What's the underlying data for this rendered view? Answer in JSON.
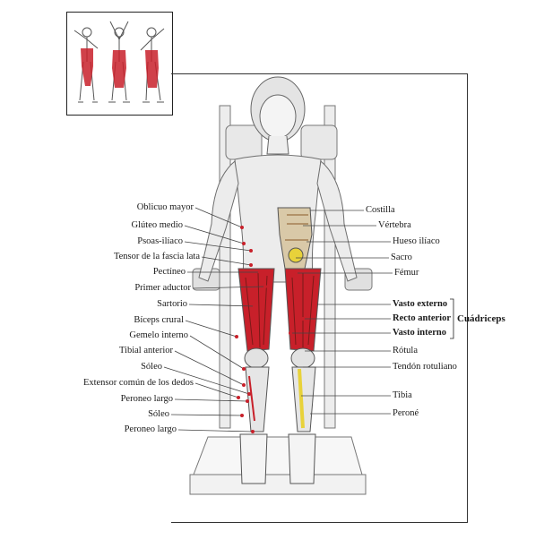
{
  "labels_left": [
    "Oblicuo mayor",
    "Glúteo medio",
    "Psoas-ilíaco",
    "Tensor de la fascia lata",
    "Pectíneo",
    "Primer aductor",
    "Sartorio",
    "Bíceps crural",
    "Gemelo interno",
    "Tibial anterior",
    "Sóleo",
    "Extensor común de los dedos",
    "Peroneo largo",
    "Sóleo",
    "Peroneo largo"
  ],
  "labels_right": [
    "Costilla",
    "Vértebra",
    "Hueso ilíaco",
    "Sacro",
    "Fémur",
    "Vasto externo",
    "Recto anterior",
    "Vasto interno",
    "Rótula",
    "Tendón rotuliano",
    "Tibia",
    "Peroné"
  ],
  "group_label": "Cuádriceps",
  "colors": {
    "muscle_red": "#c8202a",
    "muscle_dark": "#7a1a18",
    "bone_yellow": "#e8d23a",
    "line": "#444444",
    "sketch": "#6e6e6e"
  }
}
